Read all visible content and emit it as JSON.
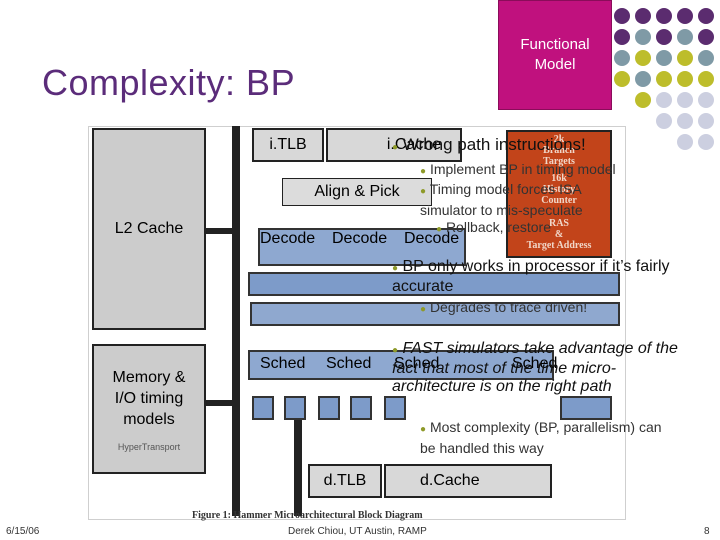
{
  "slide": {
    "title": "Complexity: BP",
    "functional_model": "Functional Model",
    "date": "6/15/06",
    "footer": "Derek Chiou, UT Austin, RAMP",
    "page_number": "8"
  },
  "diagram": {
    "itlb": "i.TLB",
    "icache": "i.Cache",
    "align_pick": "Align & Pick",
    "l2_cache": "L2 Cache",
    "decode": [
      "Decode",
      "Decode",
      "Decode"
    ],
    "sched": [
      "Sched",
      "Sched",
      "Sched",
      "Sched"
    ],
    "memory_io": "Memory & I/O timing models",
    "hyper_transport": "HyperTransport",
    "dtlb": "d.TLB",
    "dcache": "d.Cache",
    "predictor_panel": [
      "2k",
      "Branch",
      "Targets",
      "16k",
      "History",
      "Counter",
      "RAS",
      "&",
      "Target Address"
    ],
    "caption": "Figure 1: Hammer Microarchitectural Block Diagram"
  },
  "bullets": {
    "b1": "Wrong path instructions!",
    "b1_sub1": "Implement BP in timing model",
    "b1_sub2": "Timing model forces ISA simulator to mis-speculate",
    "b1_sub3": "Rollback, restore",
    "b2": "BP only works in processor if it’s fairly accurate",
    "b2_sub1": "Degrades to trace driven!",
    "b3": "FAST simulators take advantage of the fact that most of the time micro-architecture is on the right path",
    "b3_sub1": "Most complexity (BP, parallelism) can be handled this way"
  },
  "colors": {
    "title": "#5b2c7a",
    "functional_model_bg": "#c0117e",
    "bullet_dot": "#8e9a2a",
    "dot_purple": "#5b2c6f",
    "dot_teal": "#7f9aa6",
    "dot_olive": "#bdbd2b",
    "dot_lavender": "#cccfe0"
  }
}
